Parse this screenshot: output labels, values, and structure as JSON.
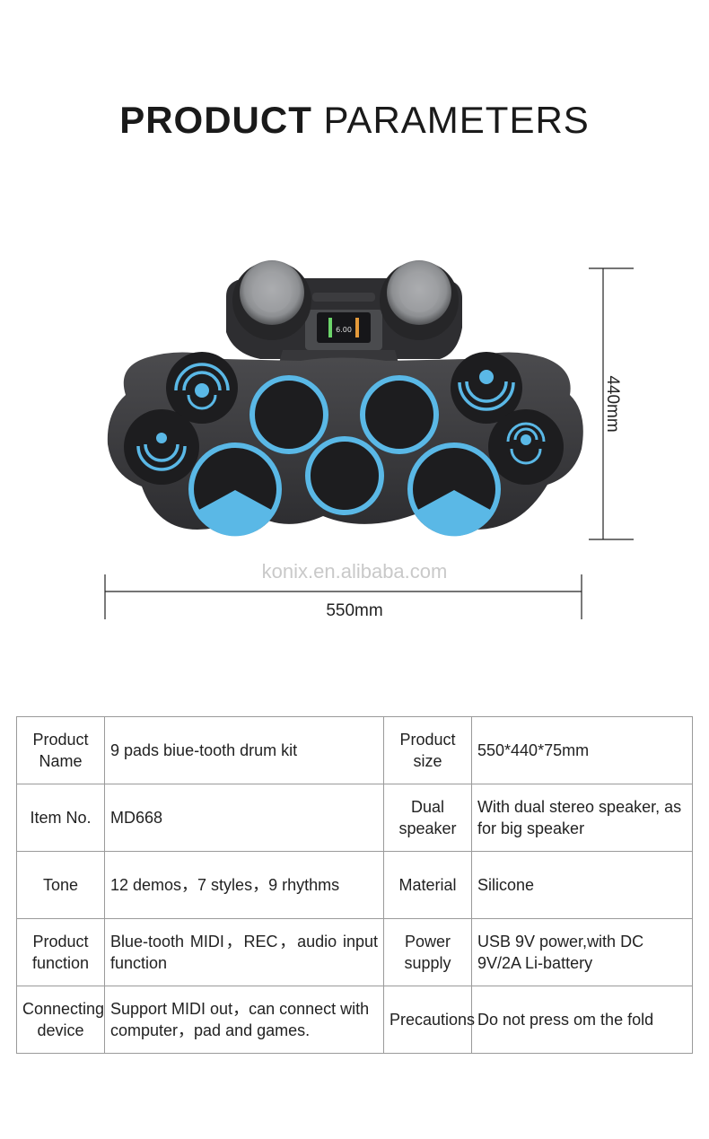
{
  "header": {
    "title_bold": "PRODUCT",
    "title_light": "PARAMETERS"
  },
  "product_image": {
    "screen_readout": "6.00",
    "accent_color": "#5ab8e6",
    "body_color": "#3a3a3c"
  },
  "dimensions": {
    "height_label": "440mm",
    "width_label": "550mm"
  },
  "watermark": "konix.en.alibaba.com",
  "params": [
    {
      "label1": "Product Name",
      "value1": "9 pads biue-tooth drum kit",
      "label2": "Product size",
      "value2": "550*440*75mm"
    },
    {
      "label1": "Item No.",
      "value1": "MD668",
      "label2": "Dual speaker",
      "value2": "With dual stereo speaker, as for big speaker"
    },
    {
      "label1": "Tone",
      "value1": "12 demos，7 styles，9 rhythms",
      "label2": "Material",
      "value2": "Silicone"
    },
    {
      "label1": "Product function",
      "value1": "Blue-tooth MIDI，REC，audio input function",
      "label2": "Power supply",
      "value2": "USB 9V power,with DC 9V/2A Li-battery"
    },
    {
      "label1": "Connecting device",
      "value1": "Support MIDI out，can connect with computer，pad and games.",
      "label2": "Precautions",
      "value2": "Do not press om the fold"
    }
  ]
}
